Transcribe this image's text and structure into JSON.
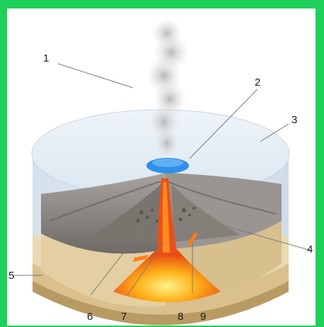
{
  "colors": {
    "frame": "#1fd05a",
    "ice": "#dde9f2",
    "water": "#2d8ee6",
    "rock": "#8c8783",
    "sand": "#e6d5ae",
    "magma": "#f7941d"
  },
  "labels": {
    "n1": "1",
    "n2": "2",
    "n3": "3",
    "n4": "4",
    "n5": "5",
    "n6": "6",
    "n7": "7",
    "n8": "8",
    "n9": "9"
  }
}
